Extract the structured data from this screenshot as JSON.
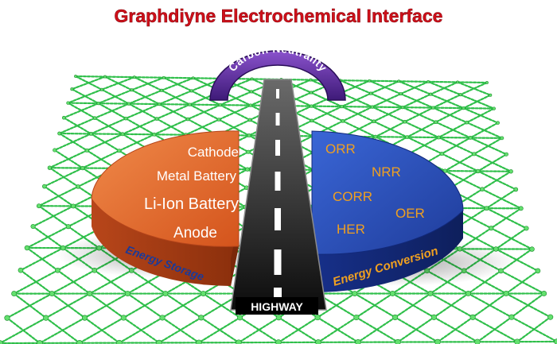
{
  "title": "Graphdiyne Electrochemical Interface",
  "arch_label": "Carbon Neutrality",
  "road_label": "HIGHWAY",
  "storage": {
    "label": "Energy Storage",
    "items": [
      "Cathode",
      "Metal Battery",
      "Li-Ion Battery",
      "Anode"
    ]
  },
  "conversion": {
    "label": "Energy Conversion",
    "items": [
      "ORR",
      "NRR",
      "CORR",
      "OER",
      "HER"
    ]
  },
  "colors": {
    "title": "#d0101a",
    "storage": "#e0622a",
    "conversion": "#2a4fb8",
    "arch": "#5a2a9a",
    "road": "#1e1e1e",
    "lattice": "#2fbf4a",
    "conversion_text": "#f0a020"
  }
}
